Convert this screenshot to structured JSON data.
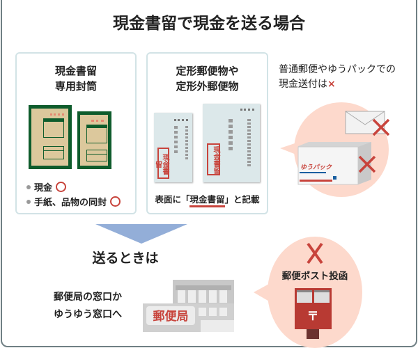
{
  "title": "現金書留で現金を送る場合",
  "envelope_panel": {
    "title_line1": "現金書留",
    "title_line2": "専用封筒",
    "bullets": [
      {
        "label": "現金",
        "mark": "○"
      },
      {
        "label": "手紙、品物の同封",
        "mark": "○"
      }
    ]
  },
  "mail_panel": {
    "title_line1": "定形郵便物や",
    "title_line2": "定形外郵便物",
    "stamp_text": "現金書留",
    "caption_prefix": "表面に「",
    "caption_highlight": "現金書留",
    "caption_suffix": "」と記載"
  },
  "not_allowed": {
    "line1": "普通郵便やゆうパックでの",
    "line2": "現金送付は",
    "mark": "×",
    "box_brand": "ゆうパック"
  },
  "send": {
    "heading": "送るときは",
    "line1": "郵便局の窓口か",
    "line2": "ゆうゆう窓口へ",
    "building_sign": "郵便局"
  },
  "postbox": {
    "label": "郵便ポスト投函",
    "mark": "×",
    "symbol": "〒"
  },
  "colors": {
    "red": "#c8443c",
    "green": "#0e5c2c",
    "pink": "#fdd9cc",
    "arrow": "#93aed8"
  }
}
